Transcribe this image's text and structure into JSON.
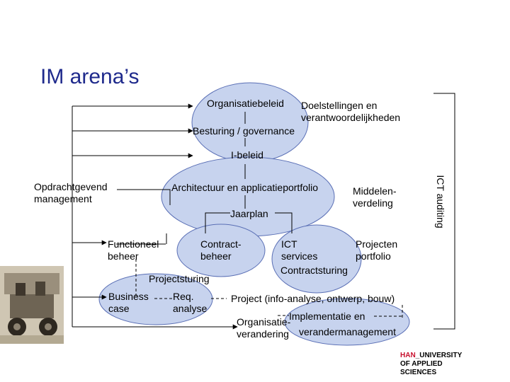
{
  "title": "IM arena’s",
  "nodes": {
    "organisatiebeleid": "Organisatiebeleid",
    "doelstellingen_1": "Doelstellingen en",
    "doelstellingen_2": "verantwoordelijkheden",
    "besturing": "Besturing / governance",
    "i_beleid": "I-beleid",
    "opdrachtgevend_1": "Opdrachtgevend",
    "opdrachtgevend_2": "management",
    "architectuur": "Architectuur en applicatieportfolio",
    "middelen_1": "Middelen-",
    "middelen_2": "verdeling",
    "jaarplan": "Jaarplan",
    "functioneel_1": "Functioneel",
    "functioneel_2": "beheer",
    "contract_1": "Contract-",
    "contract_2": "beheer",
    "ict_services_1": "ICT",
    "ict_services_2": "services",
    "projecten_1": "Projecten",
    "projecten_2": "portfolio",
    "contractsturing": "Contractsturing",
    "projectsturing": "Projectsturing",
    "business_1": "Business",
    "business_2": "case",
    "req_1": "Req.",
    "req_2": "analyse",
    "project": "Project (info-analyse, ontwerp, bouw)",
    "organisatie_1": "Organisatie-",
    "organisatie_2": "verandering",
    "implementatie_1": "Implementatie en",
    "implementatie_2": "verandermanagement",
    "ict_auditing": "ICT auditing"
  },
  "logo": {
    "line1_brand": "HAN",
    "line1_rest": "_UNIVERSITY",
    "line2": "OF APPLIED SCIENCES"
  },
  "colors": {
    "title": "#1f2a8c",
    "ellipse_fill": "#c7d3ee",
    "ellipse_stroke": "#5a6fb5",
    "logo_red": "#c8102e"
  }
}
